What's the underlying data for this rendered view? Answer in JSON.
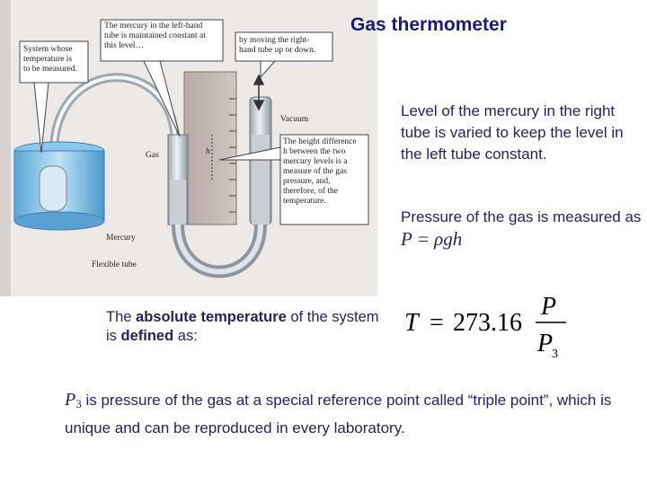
{
  "title": "Gas thermometer",
  "right_panel": {
    "para1": "Level of the mercury in the right tube is varied to keep the level in the left tube constant.",
    "para2_prefix": "Pressure of the gas is measured as",
    "para2_formula": "P = ρgh"
  },
  "absolute": {
    "prefix": "The",
    "bold1": "absolute temperature",
    "middle": "of the system is",
    "bold2": "defined",
    "suffix": "as:"
  },
  "formula": {
    "lhs": "T",
    "eq": "=",
    "constant": "273.16",
    "numerator": "P",
    "denominator": "P",
    "denominator_sub": "3"
  },
  "footnote": {
    "symbol": "P",
    "symbol_sub": "3",
    "text": "is pressure of the gas at a special reference point called “triple point”, which is unique and can be reproduced in every laboratory."
  },
  "figure": {
    "callout_left_top": [
      "The mercury in the left-hand",
      "tube is maintained constant at",
      "this level…"
    ],
    "callout_right_top": [
      "by moving the right-",
      "hand tube up or down."
    ],
    "callout_system": [
      "System whose",
      "temperature is",
      "to be measured."
    ],
    "label_vacuum": "Vacuum",
    "label_gas": "Gas",
    "label_h": "h",
    "callout_height": [
      "The height difference",
      "h between the two",
      "mercury levels is a",
      "measure of the gas",
      "pressure, and,",
      "therefore, of the",
      "temperature."
    ],
    "label_mercury": "Mercury",
    "label_flexible": "Flexible tube"
  }
}
